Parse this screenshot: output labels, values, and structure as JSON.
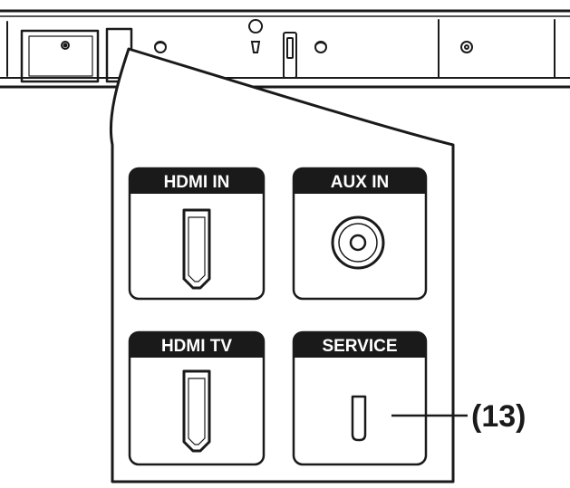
{
  "ports": {
    "hdmi_in": {
      "label": "HDMI IN"
    },
    "aux_in": {
      "label": "AUX IN"
    },
    "hdmi_tv": {
      "label": "HDMI TV"
    },
    "service": {
      "label": "SERVICE"
    }
  },
  "callout": {
    "label": "(13)"
  },
  "colors": {
    "ink": "#1a1a1a",
    "label_bg": "#1a1a1a",
    "label_text": "#ffffff",
    "background": "#ffffff"
  }
}
